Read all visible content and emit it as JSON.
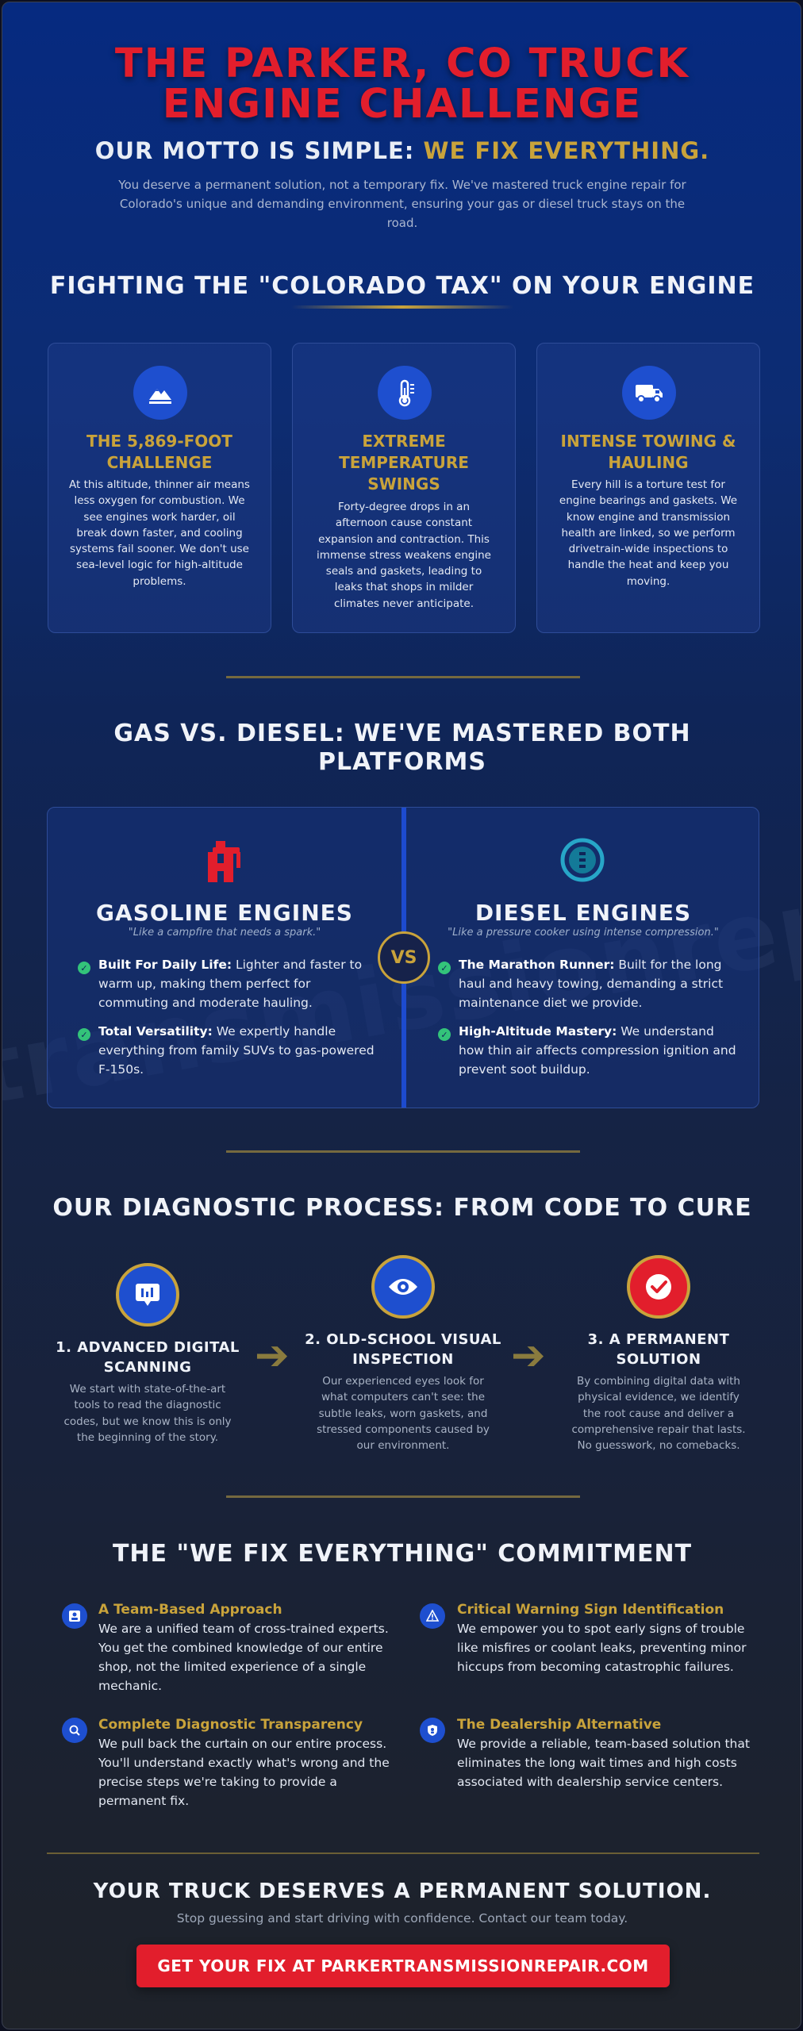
{
  "hero": {
    "title_line1": "THE PARKER, CO TRUCK",
    "title_line2": "ENGINE CHALLENGE",
    "motto_prefix": "OUR MOTTO IS SIMPLE:",
    "motto_highlight": "WE FIX EVERYTHING.",
    "intro": "You deserve a permanent solution, not a temporary fix. We've mastered truck engine repair for Colorado's unique and demanding environment, ensuring your gas or diesel truck stays on the road."
  },
  "colorado": {
    "title": "FIGHTING THE \"COLORADO TAX\" ON YOUR ENGINE",
    "cards": [
      {
        "icon": "mountain-icon",
        "title": "THE 5,869-FOOT CHALLENGE",
        "text": "At this altitude, thinner air means less oxygen for combustion. We see engines work harder, oil break down faster, and cooling systems fail sooner. We don't use sea-level logic for high-altitude problems."
      },
      {
        "icon": "thermometer-icon",
        "title": "EXTREME TEMPERATURE SWINGS",
        "text": "Forty-degree drops in an afternoon cause constant expansion and contraction. This immense stress weakens engine seals and gaskets, leading to leaks that shops in milder climates never anticipate."
      },
      {
        "icon": "truck-icon",
        "title": "INTENSE TOWING & HAULING",
        "text": "Every hill is a torture test for engine bearings and gaskets. We know engine and transmission health are linked, so we perform drivetrain-wide inspections to handle the heat and keep you moving."
      }
    ]
  },
  "gasdiesel": {
    "title_line1": "GAS VS. DIESEL: WE'VE MASTERED BOTH",
    "title_line2": "PLATFORMS",
    "vs": "VS",
    "watermark": "transmissionrepa",
    "gas": {
      "title": "GASOLINE ENGINES",
      "subtitle": "\"Like a campfire that needs a spark.\"",
      "b1_bold": "Built For Daily Life:",
      "b1_line1_rest": " Lighter and faster to",
      "b1_line2": "warm up, making them perfect for",
      "b1_line3": "commuting and moderate hauling.",
      "b2_bold": "Total Versatility:",
      "b2_line1_rest": " We expertly handle",
      "b2_line2": "everything from family SUVs to gas-powered",
      "b2_line3": "F-150s."
    },
    "diesel": {
      "title": "DIESEL ENGINES",
      "subtitle": "\"Like a pressure cooker using intense compression.\"",
      "b1_bold": "The Marathon Runner:",
      "b1_line1_rest": " Built for the long",
      "b1_line2": "haul and heavy towing, demanding a strict",
      "b1_line3": "maintenance diet we provide.",
      "b2_bold": "High-Altitude Mastery:",
      "b2_line1_rest": " We understand",
      "b2_line2": "how thin air affects compression ignition and",
      "b2_line3": "prevent soot buildup."
    }
  },
  "process": {
    "title": "OUR DIAGNOSTIC PROCESS: FROM CODE TO CURE",
    "arrow": "➔",
    "steps": [
      {
        "title_line1": "1. ADVANCED DIGITAL",
        "title_line2": "SCANNING",
        "text": "We start with state-of-the-art tools to read the diagnostic codes, but we know this is only the beginning of the story."
      },
      {
        "title_line1": "2. OLD-SCHOOL VISUAL",
        "title_line2": "INSPECTION",
        "text": "Our experienced eyes look for what computers can't see: the subtle leaks, worn gaskets, and stressed components caused by our environment."
      },
      {
        "title_line1": "3. A PERMANENT",
        "title_line2": "SOLUTION",
        "text": "By combining digital data with physical evidence, we identify the root cause and deliver a comprehensive repair that lasts. No guesswork, no comebacks."
      }
    ]
  },
  "commitment": {
    "title": "THE \"WE FIX EVERYTHING\" COMMITMENT",
    "items": [
      {
        "icon": "team-badge-icon",
        "title": "A Team-Based Approach",
        "text": "We are a unified team of cross-trained experts. You get the combined knowledge of our entire shop, not the limited experience of a single mechanic."
      },
      {
        "icon": "warning-icon",
        "title": "Critical Warning Sign Identification",
        "text": "We empower you to spot early signs of trouble like misfires or coolant leaks, preventing minor hiccups from becoming catastrophic failures."
      },
      {
        "icon": "magnifier-icon",
        "title": "Complete Diagnostic Transparency",
        "text": "We pull back the curtain on our entire process. You'll understand exactly what's wrong and the precise steps we're taking to provide a permanent fix."
      },
      {
        "icon": "shield-icon",
        "title": "The Dealership Alternative",
        "text": "We provide a reliable, team-based solution that eliminates the long wait times and high costs associated with dealership service centers."
      }
    ]
  },
  "cta": {
    "title": "YOUR TRUCK DESERVES A PERMANENT SOLUTION.",
    "subtitle": "Stop guessing and start driving with confidence. Contact our team today.",
    "button": "GET YOUR FIX AT PARKERTRANSMISSIONREPAIR.COM"
  },
  "colors": {
    "accent_red": "#e21e2c",
    "accent_gold": "#c9a33b",
    "accent_blue": "#1e4fcf",
    "check_green": "#33c37a"
  }
}
